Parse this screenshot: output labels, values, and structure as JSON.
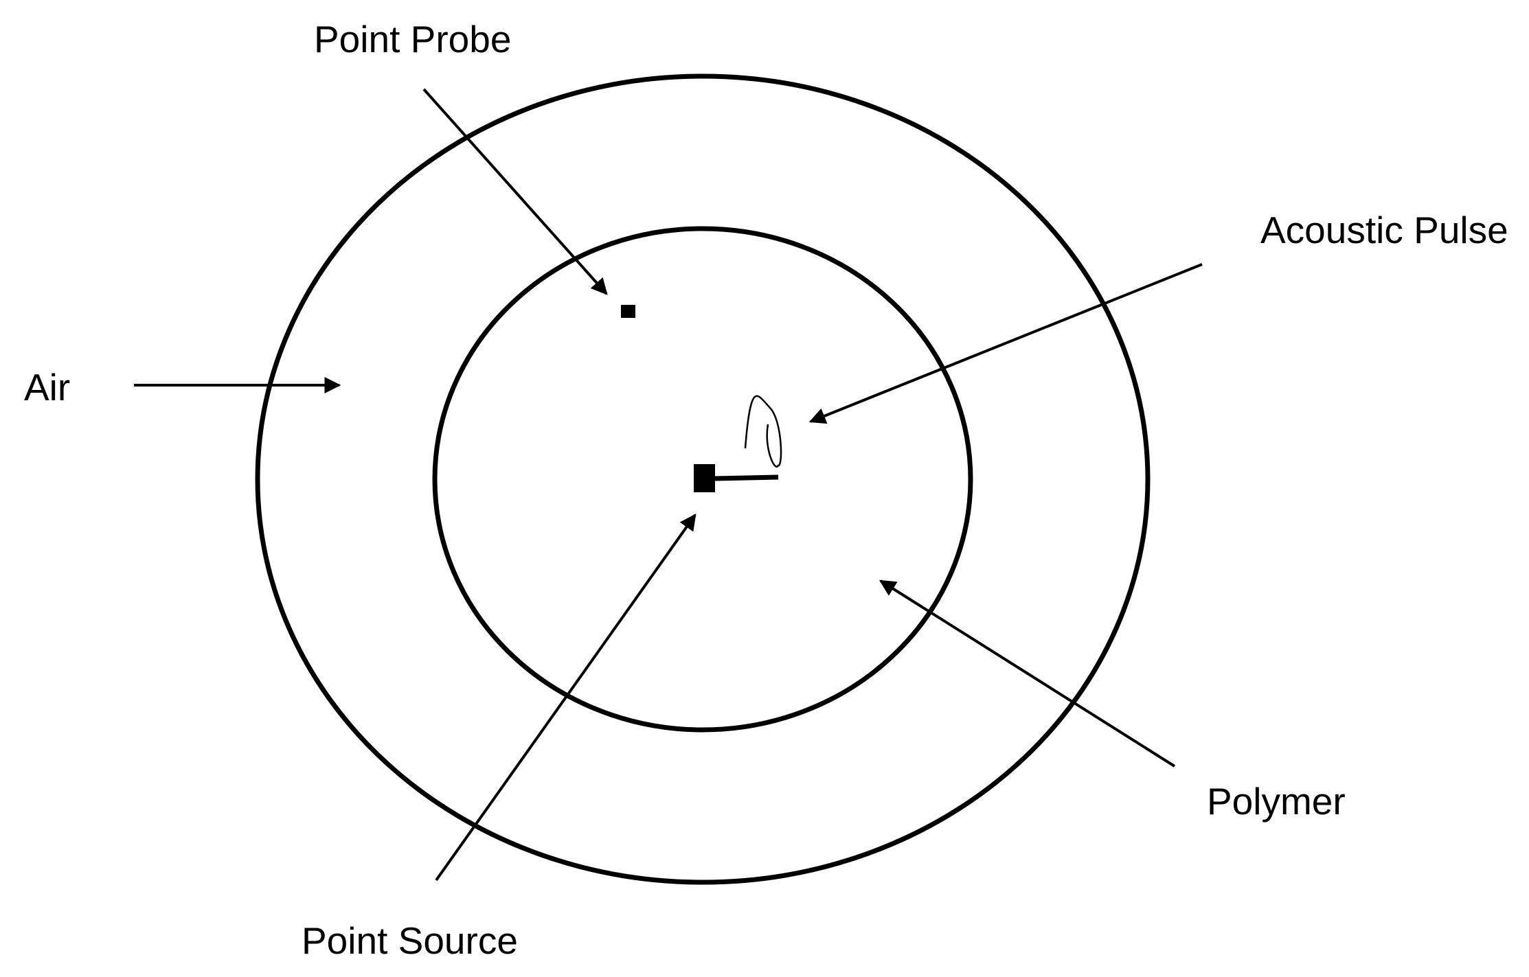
{
  "labels": {
    "point_probe": "Point Probe",
    "acoustic_pulse": "Acoustic Pulse",
    "air": "Air",
    "polymer": "Polymer",
    "point_source": "Point Source"
  },
  "colors": {
    "stroke": "#000000",
    "background": "#ffffff"
  }
}
